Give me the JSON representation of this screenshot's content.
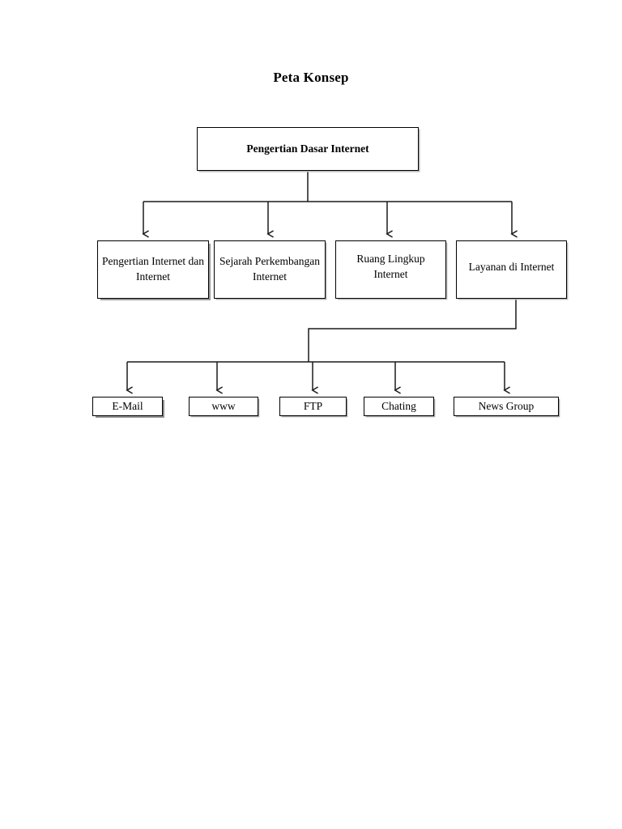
{
  "document": {
    "title": "Peta Konsep",
    "background_color": "#ffffff",
    "line_color": "#1a1a1a"
  },
  "diagram": {
    "type": "concept-map-tree",
    "root": {
      "label": "Pengertian Dasar Internet"
    },
    "level2": [
      {
        "label": "Pengertian Internet dan Internet"
      },
      {
        "label": "Sejarah Perkembangan Internet"
      },
      {
        "label": "Ruang Lingkup Internet"
      },
      {
        "label": "Layanan di Internet"
      }
    ],
    "level3_parent": "Layanan di Internet",
    "level3": [
      {
        "label": "E-Mail"
      },
      {
        "label": "www"
      },
      {
        "label": "FTP"
      },
      {
        "label": "Chating"
      },
      {
        "label": "News Group"
      }
    ]
  }
}
